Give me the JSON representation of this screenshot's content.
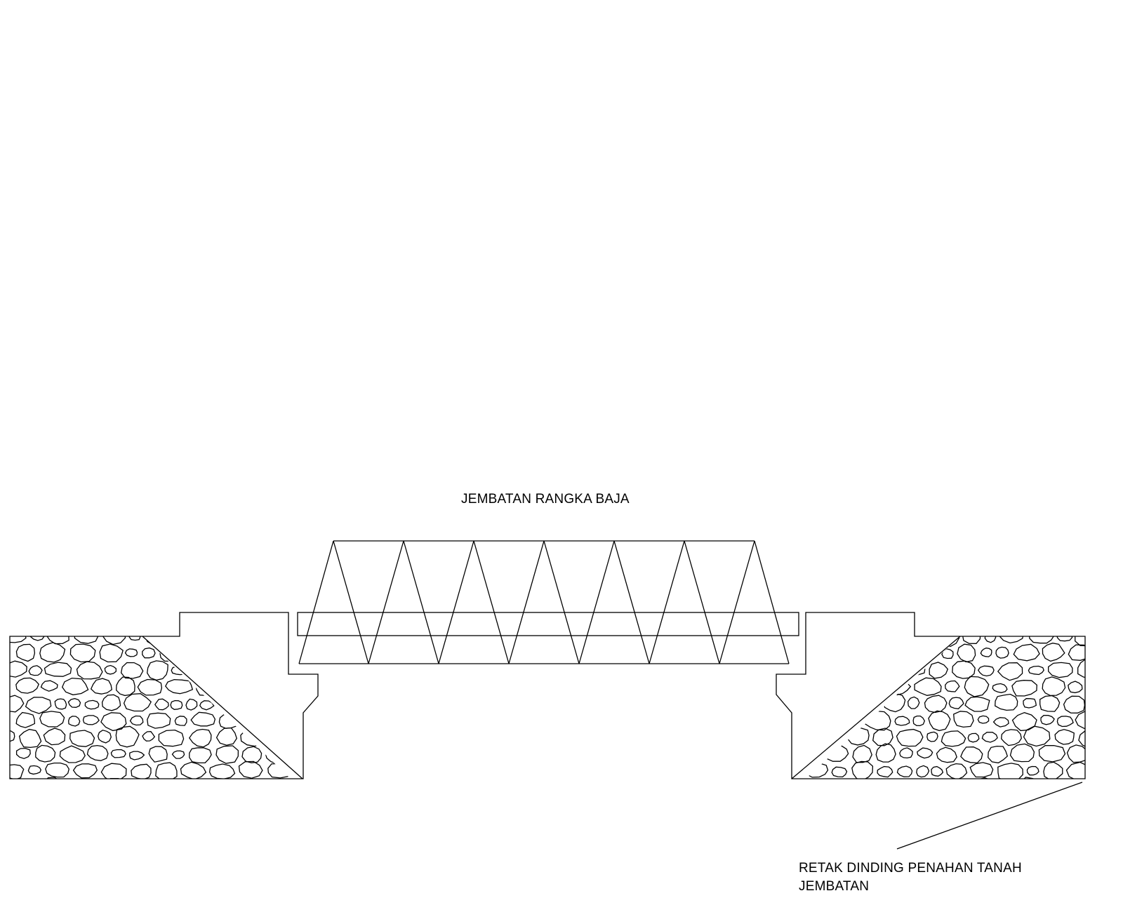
{
  "labels": {
    "bridge_title": "JEMBATAN RANGKA BAJA",
    "crack_note_line1": "RETAK DINDING PENAHAN TANAH",
    "crack_note_line2": "JEMBATAN"
  },
  "colors": {
    "line": "#000000",
    "background": "#ffffff"
  },
  "truss": {
    "panels": 6
  }
}
